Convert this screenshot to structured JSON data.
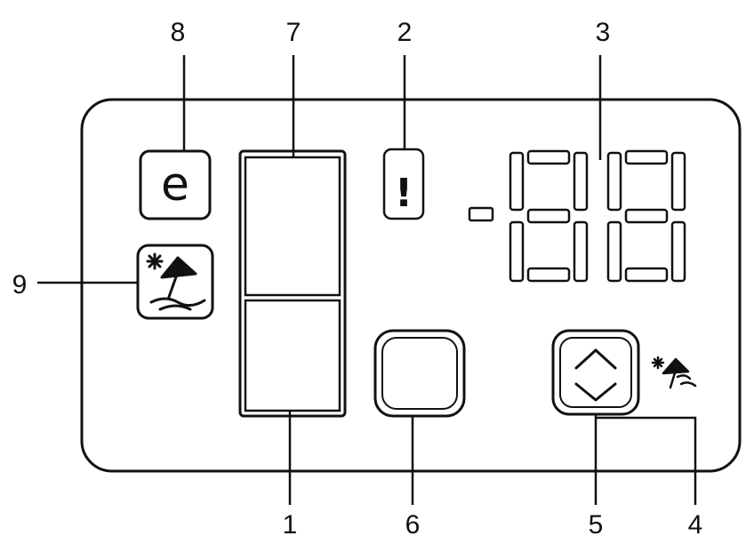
{
  "callouts": {
    "c1": "1",
    "c2": "2",
    "c3": "3",
    "c4": "4",
    "c5": "5",
    "c6": "6",
    "c7": "7",
    "c8": "8",
    "c9": "9"
  },
  "panel": {
    "eco_glyph": "e",
    "warning_glyph": "!"
  },
  "icons": {
    "eco_button": "eco-e-icon",
    "holiday_button": "beach-umbrella-icon",
    "warning_indicator": "exclamation-icon",
    "adjust_button": "chevron-up-down-icon",
    "holiday_small": "beach-umbrella-icon"
  },
  "colors": {
    "line": "#111111",
    "background": "#ffffff"
  }
}
